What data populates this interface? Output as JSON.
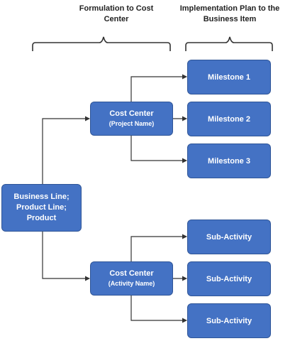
{
  "headers": {
    "formulation": [
      "Formulation to Cost",
      "Center"
    ],
    "implementation": [
      "Implementation Plan to the",
      "Business Item"
    ]
  },
  "root": {
    "lines": [
      "Business Line;",
      "Product Line;",
      "Product"
    ]
  },
  "cost_centers": [
    {
      "title": "Cost Center",
      "subtitle": "(Project Name)"
    },
    {
      "title": "Cost Center",
      "subtitle": "(Activity Name)"
    }
  ],
  "milestones": [
    "Milestone 1",
    "Milestone 2",
    "Milestone 3"
  ],
  "sub_activities": [
    "Sub-Activity",
    "Sub-Activity",
    "Sub-Activity"
  ],
  "colors": {
    "box_fill": "#4472c4",
    "box_border": "#2f5597",
    "box_text": "#ffffff",
    "connector": "#333333",
    "header_text": "#222222"
  }
}
